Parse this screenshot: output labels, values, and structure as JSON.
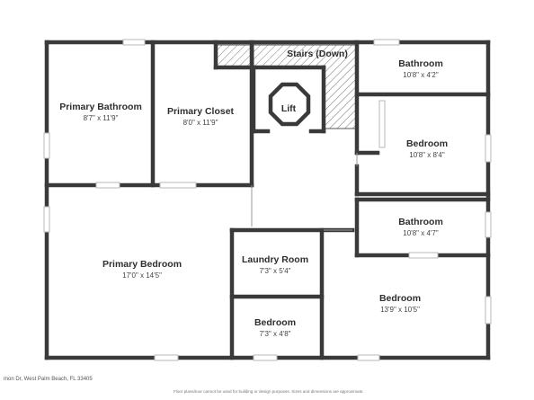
{
  "rooms": {
    "primary_bathroom": {
      "name": "Primary Bathroom",
      "dims": "8'7\" x 11'9\""
    },
    "primary_closet": {
      "name": "Primary Closet",
      "dims": "8'0\" x 11'9\""
    },
    "stairs": {
      "name": "Stairs (Down)"
    },
    "lift": {
      "name": "Lift"
    },
    "bathroom_top": {
      "name": "Bathroom",
      "dims": "10'8\" x 4'2\""
    },
    "bedroom_right": {
      "name": "Bedroom",
      "dims": "10'8\" x 8'4\""
    },
    "bathroom_mid": {
      "name": "Bathroom",
      "dims": "10'8\" x 4'7\""
    },
    "primary_bedroom": {
      "name": "Primary Bedroom",
      "dims": "17'0\" x 14'5\""
    },
    "laundry": {
      "name": "Laundry Room",
      "dims": "7'3\" x 5'4\""
    },
    "bedroom_large": {
      "name": "Bedroom",
      "dims": "13'9\" x 10'5\""
    },
    "bedroom_small": {
      "name": "Bedroom",
      "dims": "7'3\" x 4'8\""
    }
  },
  "footer": {
    "address": "mon Dr, West Palm Beach, FL 33405",
    "disclaimer": "Floor plans/tour cannot be used for building or design purposes. Sizes and dimensions are approximate."
  },
  "colors": {
    "wall": "#3a3a3a",
    "window": "#b9b9b9",
    "hatch": "#555555",
    "background": "#ffffff"
  }
}
